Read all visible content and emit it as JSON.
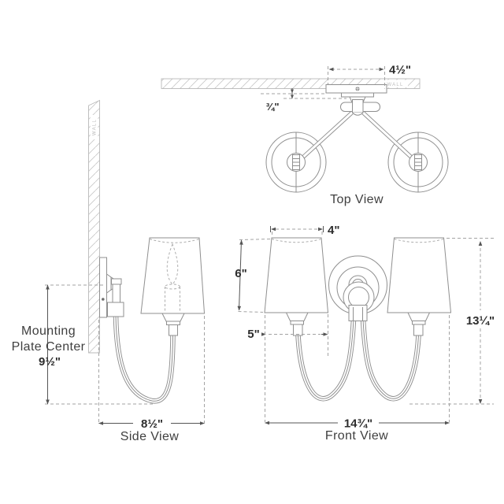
{
  "diagram": {
    "views": {
      "top": {
        "label": "Top View",
        "wall_label": "WALL",
        "dim_plate_width": "4½\"",
        "dim_wall_offset": "¾\""
      },
      "side": {
        "label": "Side View",
        "wall_label": "WALL",
        "note_line1": "Mounting",
        "note_line2": "Plate Center",
        "dim_mounting_height": "9½\"",
        "dim_depth": "8½\""
      },
      "front": {
        "label": "Front View",
        "dim_shade_top_width": "4\"",
        "dim_shade_height": "6\"",
        "dim_shade_bottom_width": "5\"",
        "dim_fixture_height": "13¼\"",
        "dim_fixture_width": "14¾\""
      }
    },
    "colors": {
      "background": "#ffffff",
      "line": "#8f8f8f",
      "hatch": "#c9c9c9",
      "wall_border": "#b9b9b9",
      "wall_text": "#bdbdbd",
      "dash": "#a3a3a3",
      "dim_line": "#555555",
      "dim_text": "#2d2d2d",
      "label_text": "#3f3f3f"
    }
  }
}
